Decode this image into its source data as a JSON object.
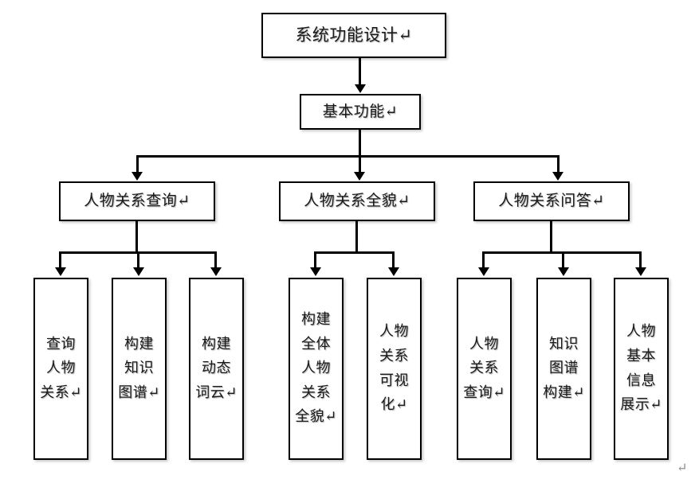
{
  "diagram": {
    "type": "hierarchy-tree",
    "title": "系统功能设计↵",
    "levels": 4,
    "colors": {
      "box_border": "#000000",
      "box_fill": "#ffffff",
      "connector": "#000000",
      "text": "#1a1a1a",
      "background": "#ffffff"
    },
    "root": {
      "label": "系统功能设计↵"
    },
    "level2": {
      "label": "基本功能↵"
    },
    "branches": [
      {
        "label": "人物关系查询↵",
        "children": [
          {
            "label": "查询\n人物\n关系↵"
          },
          {
            "label": "构建\n知识\n图谱↵"
          },
          {
            "label": "构建\n动态\n词云↵"
          }
        ]
      },
      {
        "label": "人物关系全貌↵",
        "children": [
          {
            "label": "构建\n全体\n人物\n关系\n全貌↵"
          },
          {
            "label": "人物\n关系\n可视\n化↵"
          }
        ]
      },
      {
        "label": "人物关系问答↵",
        "children": [
          {
            "label": "人物\n关系\n查询↵"
          },
          {
            "label": "知识\n图谱\n构建↵"
          },
          {
            "label": "人物\n基本\n信息\n展示↵"
          }
        ]
      }
    ],
    "trailing_mark": "↵"
  }
}
